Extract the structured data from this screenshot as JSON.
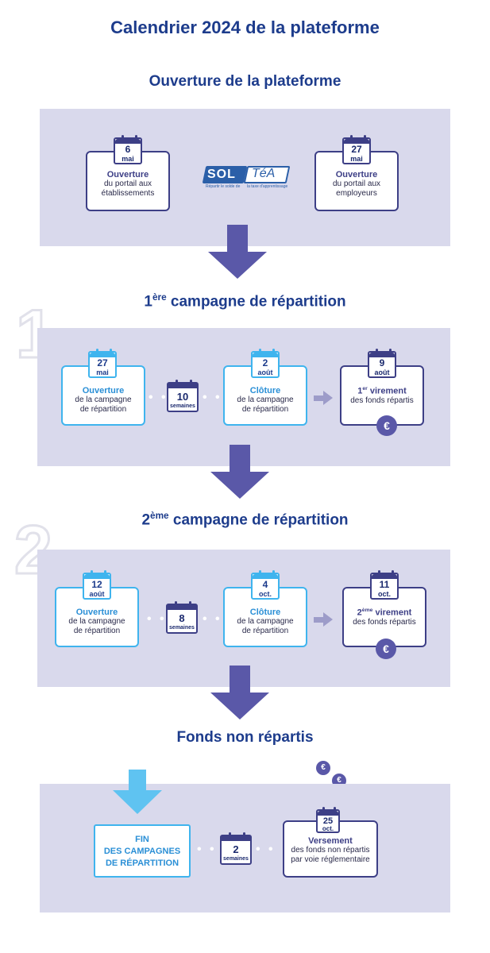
{
  "page": {
    "title": "Calendrier 2024 de la plateforme"
  },
  "opening": {
    "title": "Ouverture de la plateforme",
    "left": {
      "day": "6",
      "month": "mai",
      "line1": "Ouverture",
      "line2a": "du portail aux",
      "line2b": "établissements"
    },
    "right": {
      "day": "27",
      "month": "mai",
      "line1": "Ouverture",
      "line2a": "du portail aux",
      "line2b": "employeurs"
    },
    "logo": {
      "name": "SOLTéA",
      "part1": "SOL",
      "part2": "TéA",
      "tag1": "Répartir le solde de",
      "tag2": "la taxe d'apprentissage"
    }
  },
  "campaign1": {
    "number": "1",
    "title_ordinal": "1",
    "title_sup": "ère",
    "title_rest": " campagne de répartition",
    "open": {
      "day": "27",
      "month": "mai",
      "line1": "Ouverture",
      "line2a": "de la campagne",
      "line2b": "de répartition"
    },
    "duration": {
      "num": "10",
      "unit": "semaines"
    },
    "close": {
      "day": "2",
      "month": "août",
      "line1": "Clôture",
      "line2a": "de la campagne",
      "line2b": "de répartition"
    },
    "payment": {
      "day": "9",
      "month": "août",
      "ordinal": "1",
      "sup": "er",
      "line1_rest": " virement",
      "line2": "des fonds répartis"
    }
  },
  "campaign2": {
    "number": "2",
    "title_ordinal": "2",
    "title_sup": "ème",
    "title_rest": " campagne de répartition",
    "open": {
      "day": "12",
      "month": "août",
      "line1": "Ouverture",
      "line2a": "de la campagne",
      "line2b": "de répartition"
    },
    "duration": {
      "num": "8",
      "unit": "semaines"
    },
    "close": {
      "day": "4",
      "month": "oct.",
      "line1": "Clôture",
      "line2a": "de la campagne",
      "line2b": "de répartition"
    },
    "payment": {
      "day": "11",
      "month": "oct.",
      "ordinal": "2",
      "sup": "ème",
      "line1_rest": " virement",
      "line2": "des fonds répartis"
    }
  },
  "unallocated": {
    "title": "Fonds non répartis",
    "end": {
      "line1": "FIN",
      "line2": "DES CAMPAGNES",
      "line3": "DE RÉPARTITION"
    },
    "duration": {
      "num": "2",
      "unit": "semaines"
    },
    "transfer": {
      "day": "25",
      "month": "oct.",
      "line1": "Versement",
      "line2a": "des fonds non répartis",
      "line2b": "par voie réglementaire"
    }
  },
  "symbols": {
    "euro": "€",
    "dots": "• •"
  },
  "colors": {
    "navy": "#1d3c8c",
    "purple": "#3d3f86",
    "sky": "#3fb4ee",
    "band": "#d9d9ec",
    "arrow": "#5a58a8"
  }
}
